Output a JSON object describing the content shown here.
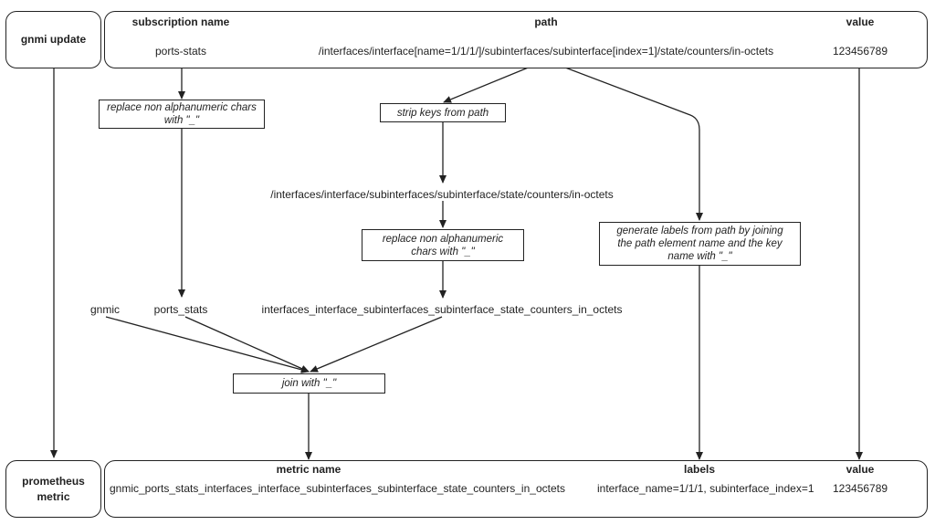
{
  "gnmi_update": {
    "label": "gnmi update",
    "headers": {
      "subscription": "subscription name",
      "path": "path",
      "value": "value"
    },
    "subscription_name": "ports-stats",
    "path": "/interfaces/interface[name=1/1/1/]/subinterfaces/subinterface[index=1]/state/counters/in-octets",
    "value": "123456789"
  },
  "steps": {
    "replace_sub": "replace non alphanumeric chars with \"_\"",
    "strip_keys": "strip keys from path",
    "stripped_path": "/interfaces/interface/subinterfaces/subinterface/state/counters/in-octets",
    "replace_path": "replace non alphanumeric chars with \"_\"",
    "generate_labels": "generate labels from path by joining the path element name and the key name with \"_\"",
    "prefix": "gnmic",
    "sub_result": "ports_stats",
    "path_result": "interfaces_interface_subinterfaces_subinterface_state_counters_in_octets",
    "join": "join with \"_\""
  },
  "prometheus_metric": {
    "label": "prometheus metric",
    "headers": {
      "metric_name": "metric name",
      "labels": "labels",
      "value": "value"
    },
    "metric_name": "gnmic_ports_stats_interfaces_interface_subinterfaces_subinterface_state_counters_in_octets",
    "labels": "interface_name=1/1/1, subinterface_index=1",
    "value": "123456789"
  }
}
